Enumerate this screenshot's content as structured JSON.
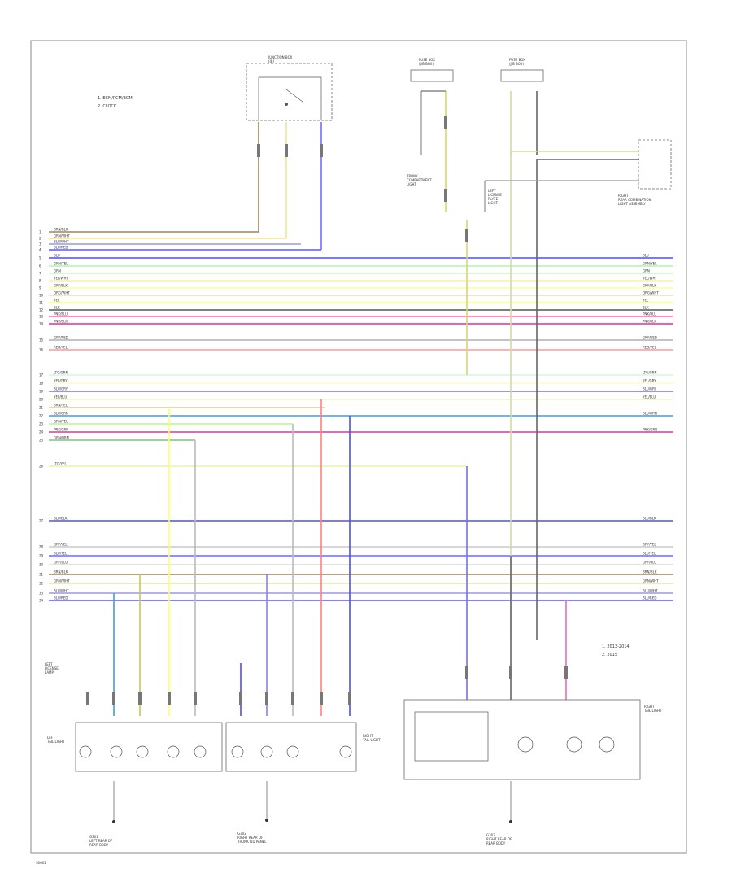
{
  "legend_top": [
    "1. ECM/PCM/BCM",
    "2. CLOCK"
  ],
  "legend_bottom": [
    "1. 2013-2014",
    "2. 2015"
  ],
  "corner_label": "S0601",
  "components": {
    "rear_junction": "JUNCTION BOX\n(JB)",
    "fuse_block_1": "FUSE BOX\n(J/B BOX)",
    "fuse_block_2": "FUSE BOX\n(J/B BOX)",
    "rear_module": "LEFT\nLICENSE\nPLATE\nLIGHT",
    "junction_note": "RIGHT\nREAR COMBINATION\nLIGHT ASSEMBLY",
    "left_tail": "LEFT\nTAIL LIGHT",
    "right_tail": "RIGHT\nTAIL LIGHT",
    "right_panel": "RIGHT\nTAIL LIGHT",
    "left_ground": "G301\nLEFT REAR OF\nREAR BODY",
    "center_ground": "G302\nRIGHT REAR OF\nTRUNK LID PANEL",
    "right_ground": "G303\nRIGHT REAR OF\nREAR BODY",
    "cargo_label": "TRUNK\nCOMPARTMENT\nLIGHT",
    "left_label": "LEFT\nLICENSE\nLAMP"
  },
  "wires": [
    {
      "label": "BRN/BLK",
      "color": "#a0845c"
    },
    {
      "label": "GRN/WHT",
      "color": "#f0e68c"
    },
    {
      "label": "BLU/WHT",
      "color": "#9a9ae6"
    },
    {
      "label": "BLU/RED",
      "color": "#5a5aff"
    },
    {
      "label": "BLU",
      "color": "#4d4dff"
    },
    {
      "label": "GRN/YEL",
      "color": "#b4f0b4"
    },
    {
      "label": "GRN",
      "color": "#c8f5c8"
    },
    {
      "label": "YEL/WHT",
      "color": "#f2f2a6"
    },
    {
      "label": "GRY/BLK",
      "color": "#ffff99"
    },
    {
      "label": "ORG/WHT",
      "color": "#f5d8b0"
    },
    {
      "label": "YEL",
      "color": "#ffff66"
    },
    {
      "label": "BLK",
      "color": "#555555"
    },
    {
      "label": "PNK/BLU",
      "color": "#ff66aa"
    },
    {
      "label": "PNK/BLK",
      "color": "#e0309a"
    },
    {
      "label": "GRY/RED",
      "color": "#b0b0b0"
    },
    {
      "label": "RED/YEL",
      "color": "#ff9999"
    },
    {
      "label": "LTG/GRN",
      "color": "#d8f5d8"
    },
    {
      "label": "YEL/GRY",
      "color": "#fffacd"
    },
    {
      "label": "BLU/GRY",
      "color": "#7070ff"
    },
    {
      "label": "YEL/BLU",
      "color": "#f5f5b0"
    },
    {
      "label": "BRN/YEL",
      "color": "#e8d070"
    },
    {
      "label": "BLU/GRN",
      "color": "#4a9acd"
    },
    {
      "label": "GRN/YEL",
      "color": "#b8f0a0"
    },
    {
      "label": "PNK/GRN",
      "color": "#c8409a"
    },
    {
      "label": "GRN/BRN",
      "color": "#80c080"
    },
    {
      "label": "LTG/YEL",
      "color": "#e6f5a0"
    },
    {
      "label": "BLU/BLK",
      "color": "#5050e0"
    },
    {
      "label": "GRY/YEL",
      "color": "#c8c8c8"
    },
    {
      "label": "BLU/YEL",
      "color": "#6a6aff"
    },
    {
      "label": "GRY/BLU",
      "color": "#d8d8d8"
    }
  ]
}
